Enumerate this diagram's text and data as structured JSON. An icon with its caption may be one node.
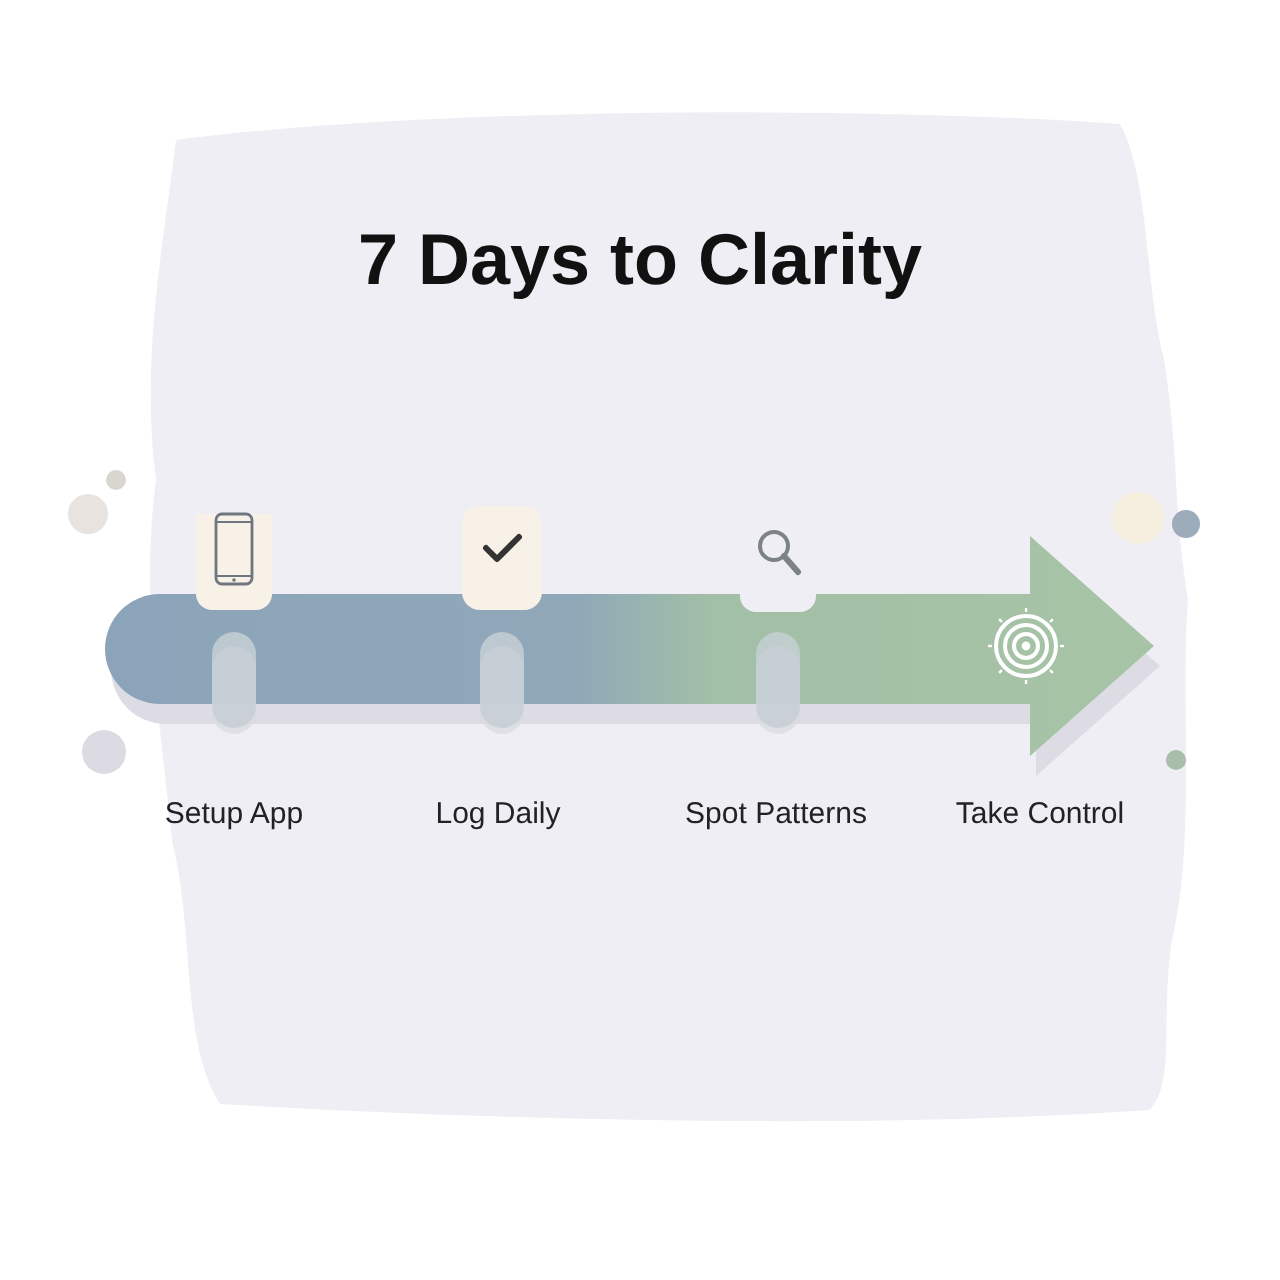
{
  "diagram": {
    "title": "7 Days to Clarity",
    "nodes": [
      {
        "text": [
          "Setup App"
        ]
      },
      {
        "text": [
          "Log Daily"
        ]
      },
      {
        "text": [
          "Spot Patterns"
        ]
      },
      {
        "text": [
          "Take Control"
        ]
      }
    ]
  }
}
